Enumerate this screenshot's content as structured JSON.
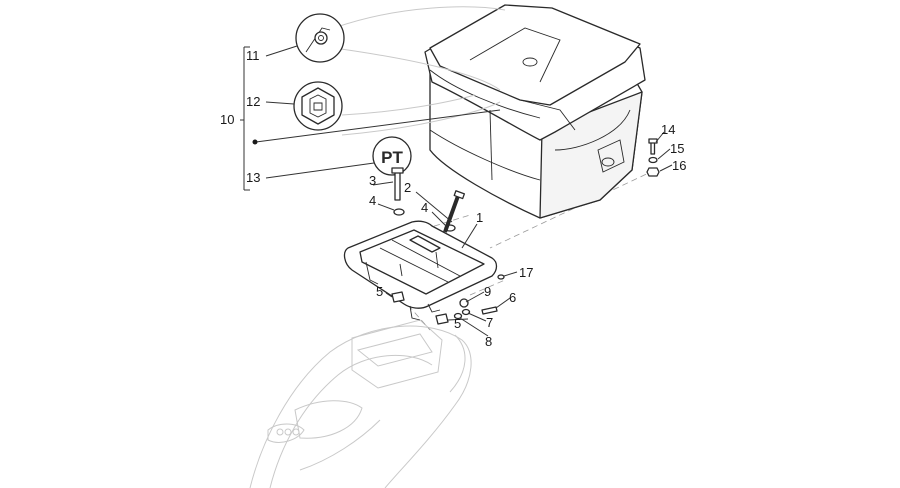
{
  "labels": {
    "l1": "1",
    "l2": "2",
    "l3": "3",
    "l4a": "4",
    "l4b": "4",
    "l5a": "5",
    "l5b": "5",
    "l6": "6",
    "l7": "7",
    "l8": "8",
    "l9": "9",
    "l10": "10",
    "l11": "11",
    "l12": "12",
    "l13": "13",
    "l14": "14",
    "l15": "15",
    "l16": "16",
    "l17": "17"
  },
  "pt_badge": "PT"
}
